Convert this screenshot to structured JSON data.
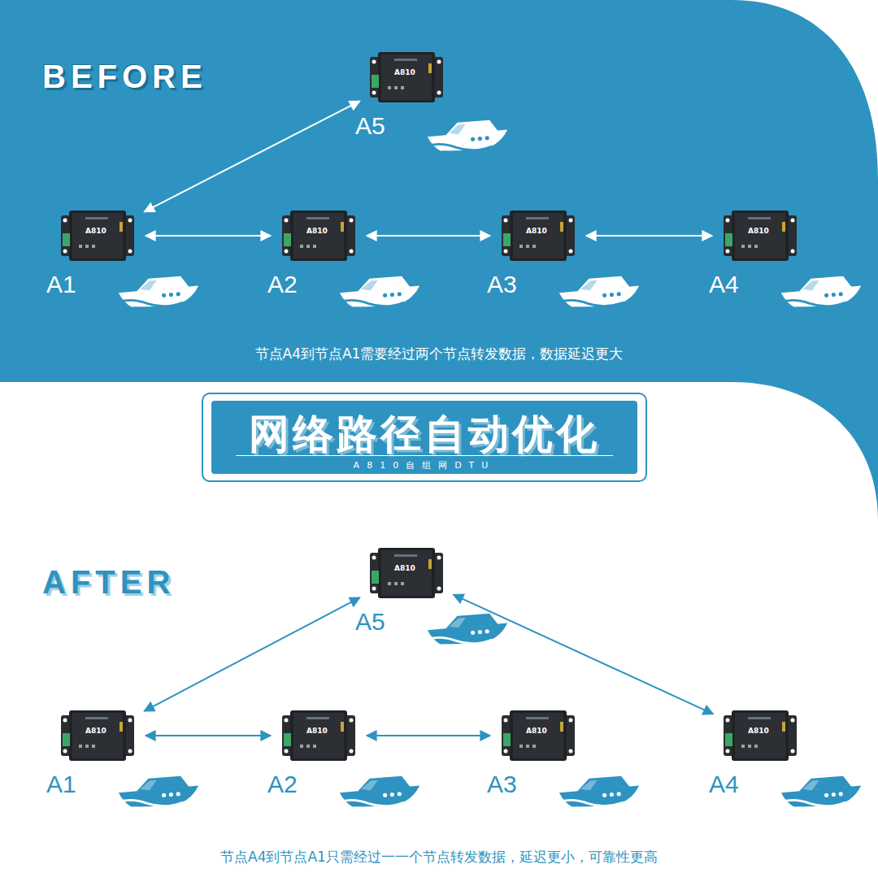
{
  "diagram": {
    "title": "网络路径自动优化",
    "nodes": [
      {
        "text": [
          "A810",
          "A5"
        ]
      },
      {
        "text": [
          "A810",
          "A1"
        ]
      },
      {
        "text": [
          "A810",
          "A2"
        ]
      },
      {
        "text": [
          "A810",
          "A3"
        ]
      },
      {
        "text": [
          "A810",
          "A4"
        ]
      },
      {
        "text": [
          "A810",
          "A5"
        ]
      },
      {
        "text": [
          "A810",
          "A1"
        ]
      },
      {
        "text": [
          "A810",
          "A2"
        ]
      },
      {
        "text": [
          "A810",
          "A3"
        ]
      },
      {
        "text": [
          "A810",
          "A4"
        ]
      }
    ],
    "edges": [
      {
        "from": 0,
        "to": 1,
        "arrow": "both"
      },
      {
        "from": 1,
        "to": 2,
        "arrow": "both"
      },
      {
        "from": 2,
        "to": 3,
        "arrow": "both"
      },
      {
        "from": 3,
        "to": 4,
        "arrow": "both"
      },
      {
        "from": 5,
        "to": 6,
        "arrow": "both"
      },
      {
        "from": 5,
        "to": 9,
        "arrow": "both"
      },
      {
        "from": 6,
        "to": 7,
        "arrow": "both"
      },
      {
        "from": 7,
        "to": 8,
        "arrow": "both"
      }
    ],
    "labels": [
      "BEFORE",
      "节点A4到节点A1需要经过两个节点转发数据，数据延迟更大",
      "A810自组网DTU",
      "AFTER",
      "节点A4到节点A1只需经过一一个节点转发数据，延迟更小，可靠性更高"
    ]
  }
}
